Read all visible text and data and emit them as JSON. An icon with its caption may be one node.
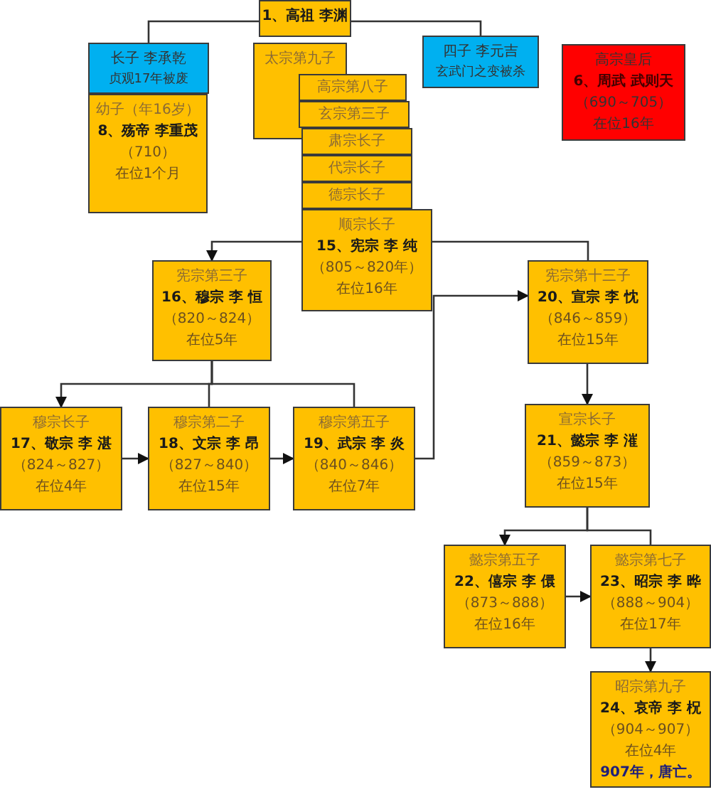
{
  "diagram": {
    "nodes": [
      {
        "text": [
          "1、高祖 李渊"
        ]
      },
      {
        "text": [
          "长子 李承乾",
          "贞观17年被废"
        ]
      },
      {
        "text": [
          "幼子（年16岁）",
          "8、殇帝 李重茂",
          "（710）",
          "在位1个月"
        ]
      },
      {
        "text": [
          "太宗第九子"
        ]
      },
      {
        "text": [
          "高宗第八子"
        ]
      },
      {
        "text": [
          "玄宗第三子"
        ]
      },
      {
        "text": [
          "肃宗长子"
        ]
      },
      {
        "text": [
          "代宗长子"
        ]
      },
      {
        "text": [
          "德宗长子"
        ]
      },
      {
        "text": [
          "顺宗长子",
          "15、宪宗 李 纯",
          "（805～820年）",
          "在位16年"
        ]
      },
      {
        "text": [
          "四子 李元吉",
          "玄武门之变被杀"
        ]
      },
      {
        "text": [
          "高宗皇后",
          "6、周武 武则天",
          "（690～705）",
          "在位16年"
        ]
      },
      {
        "text": [
          "宪宗第三子",
          "16、穆宗 李 恒",
          "（820～824）",
          "在位5年"
        ]
      },
      {
        "text": [
          "宪宗第十三子",
          "20、宣宗 李 忱",
          "（846～859）",
          "在位15年"
        ]
      },
      {
        "text": [
          "穆宗长子",
          "17、敬宗 李 湛",
          "（824～827）",
          "在位4年"
        ]
      },
      {
        "text": [
          "穆宗第二子",
          "18、文宗 李 昂",
          "（827～840）",
          "在位15年"
        ]
      },
      {
        "text": [
          "穆宗第五子",
          "19、武宗 李 炎",
          "（840～846）",
          "在位7年"
        ]
      },
      {
        "text": [
          "宣宗长子",
          "21、懿宗 李 漼",
          "（859～873）",
          "在位15年"
        ]
      },
      {
        "text": [
          "懿宗第五子",
          "22、僖宗 李 儇",
          "（873～888）",
          "在位16年"
        ]
      },
      {
        "text": [
          "懿宗第七子",
          "23、昭宗 李 晔",
          "（888～904）",
          "在位17年"
        ]
      },
      {
        "text": [
          "昭宗第九子",
          "24、哀帝 李 柷",
          "（904～907）",
          "在位4年",
          "907年，唐亡。"
        ]
      }
    ],
    "edges": [
      {
        "from": 0,
        "to": 1,
        "arrow": "none"
      },
      {
        "from": 0,
        "to": 10,
        "arrow": "none"
      },
      {
        "from": 9,
        "to": 12,
        "arrow": "to"
      },
      {
        "from": 9,
        "to": 13,
        "arrow": "none"
      },
      {
        "from": 12,
        "to": 14,
        "arrow": "to"
      },
      {
        "from": 12,
        "to": 15,
        "arrow": "none"
      },
      {
        "from": 12,
        "to": 16,
        "arrow": "none"
      },
      {
        "from": 14,
        "to": 15,
        "arrow": "to"
      },
      {
        "from": 15,
        "to": 16,
        "arrow": "to"
      },
      {
        "from": 16,
        "to": 13,
        "arrow": "to"
      },
      {
        "from": 13,
        "to": 17,
        "arrow": "to"
      },
      {
        "from": 17,
        "to": 18,
        "arrow": "to"
      },
      {
        "from": 17,
        "to": 19,
        "arrow": "none"
      },
      {
        "from": 18,
        "to": 19,
        "arrow": "to"
      },
      {
        "from": 19,
        "to": 20,
        "arrow": "to"
      }
    ]
  }
}
